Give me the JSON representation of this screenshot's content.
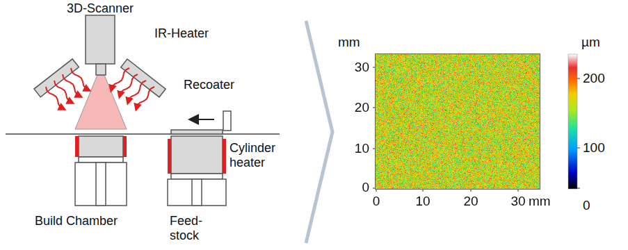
{
  "diagram": {
    "labels": [
      "3D-Scanner",
      "IR-Heater",
      "Recoater",
      "Cylinder heater",
      "Build Chamber",
      "Feed- stock",
      "mm",
      "30",
      "20",
      "10",
      "0",
      "0",
      "10",
      "20",
      "30",
      "mm",
      "µm",
      "200",
      "100",
      "0"
    ]
  }
}
